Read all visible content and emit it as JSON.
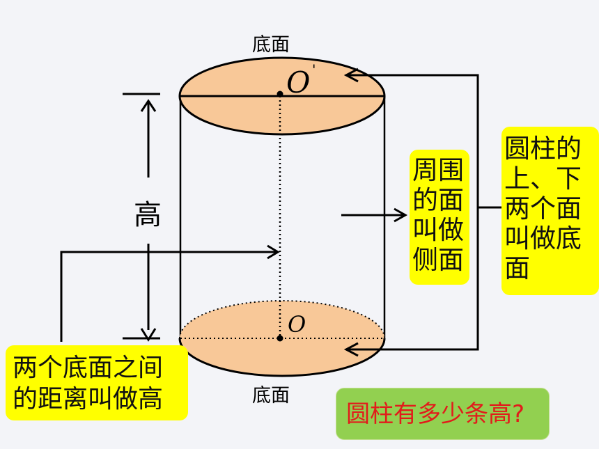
{
  "labels": {
    "top_base": "底面",
    "bottom_base": "底面",
    "height": "高",
    "top_center": "O",
    "top_center_prime": "'",
    "bottom_center": "O"
  },
  "callouts": {
    "lateral_surface": [
      "周围",
      "的面",
      "叫做",
      "侧面"
    ],
    "base_definition": [
      "圆柱的",
      "上、下",
      "两个面",
      "叫做底",
      "面"
    ],
    "height_definition": [
      "两个底面之间",
      "的距离叫做高"
    ]
  },
  "question": "圆柱有多少条高?",
  "colors": {
    "base_fill": "#f8c898",
    "callout_fill": "#ffff00",
    "question_fill": "#92d050",
    "question_text": "#e21b1b"
  }
}
